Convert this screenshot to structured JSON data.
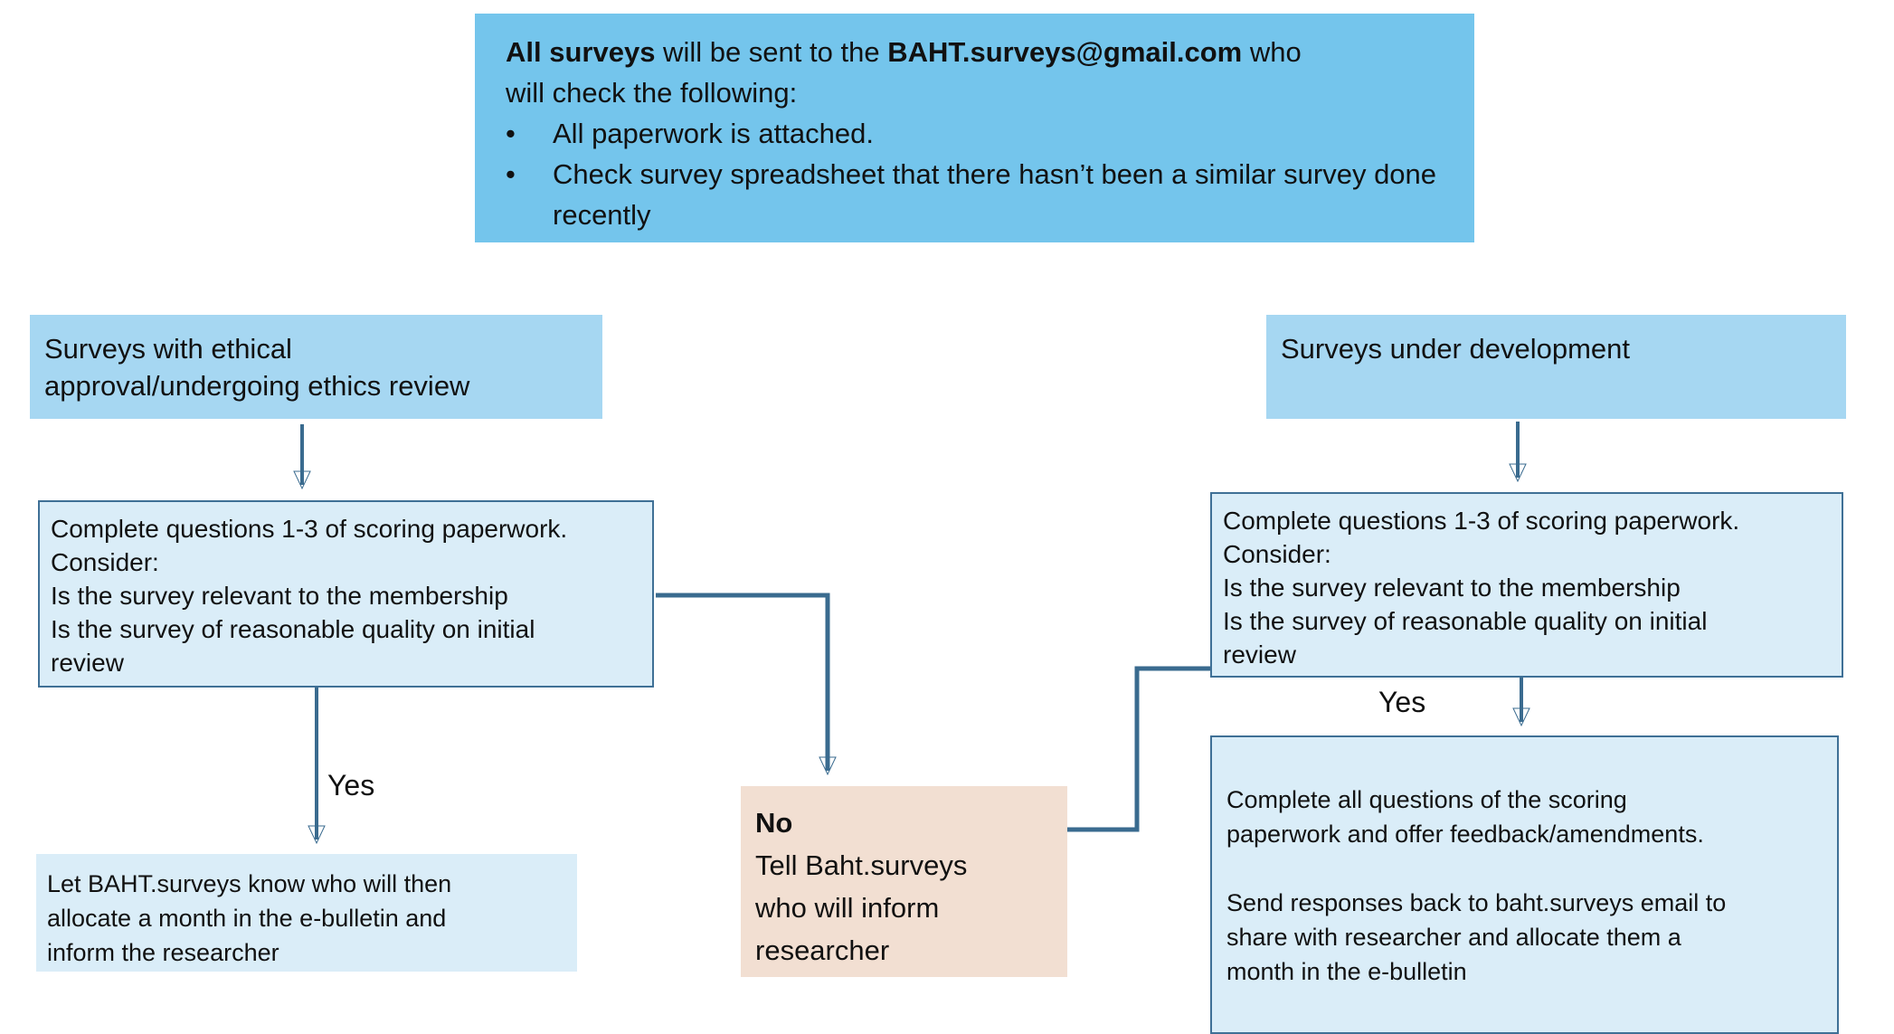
{
  "colors": {
    "banner_bg": "#74c5ec",
    "category_bg": "#a6d7f2",
    "light_box_bg": "#daedf8",
    "box_border": "#3f7096",
    "no_box_bg": "#f2dfd2",
    "arrow": "#3a6b8f",
    "text": "#111111"
  },
  "banner": {
    "line1_bold_a": "All surveys",
    "line1_mid": " will be sent to the ",
    "line1_bold_b": "BAHT.surveys@gmail.com",
    "line1_end": " who",
    "line2": "will check the following:",
    "bullet_char": "•",
    "bullets": [
      "All paperwork is attached.",
      "Check survey spreadsheet that there hasn’t been a similar survey done recently"
    ]
  },
  "left_branch": {
    "category_lines": [
      "Surveys with ethical",
      "approval/undergoing ethics review"
    ],
    "review_lines": [
      "Complete questions 1-3 of scoring paperwork.",
      "Consider:",
      "Is the survey relevant to the membership",
      "Is the survey of reasonable quality on initial",
      "review"
    ],
    "yes_label": "Yes",
    "outcome_lines": [
      "Let BAHT.surveys know who will then",
      "allocate a month in the e-bulletin and",
      "inform the researcher"
    ]
  },
  "no_node": {
    "title": "No",
    "body_lines": [
      "Tell Baht.surveys",
      "who will inform",
      "researcher"
    ]
  },
  "right_branch": {
    "category": "Surveys under development",
    "review_lines": [
      "Complete questions 1-3 of scoring paperwork.",
      "Consider:",
      "Is the survey relevant to the membership",
      "Is the survey of reasonable quality on initial",
      "review"
    ],
    "yes_label": "Yes",
    "outcome_para1_lines": [
      "Complete all questions of the scoring",
      "paperwork and offer feedback/amendments."
    ],
    "outcome_para2_lines": [
      "Send responses back to baht.surveys email to",
      "share with researcher and allocate them a",
      "month in the e-bulletin"
    ]
  }
}
